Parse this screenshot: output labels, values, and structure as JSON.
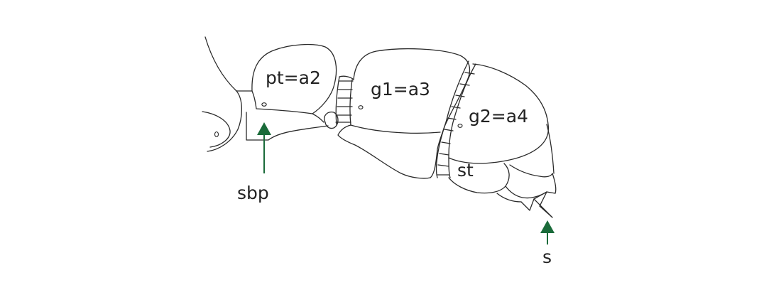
{
  "labels": {
    "petiole": "pt=a2",
    "gaster1": "g1=a3",
    "gaster2": "g2=a4",
    "sternite": "st",
    "subpetiolar": "sbp",
    "sting": "s"
  },
  "colors": {
    "outline": "#2a2a2a",
    "arrow": "#1a6b3a",
    "text": "#222222",
    "background": "#ffffff"
  }
}
